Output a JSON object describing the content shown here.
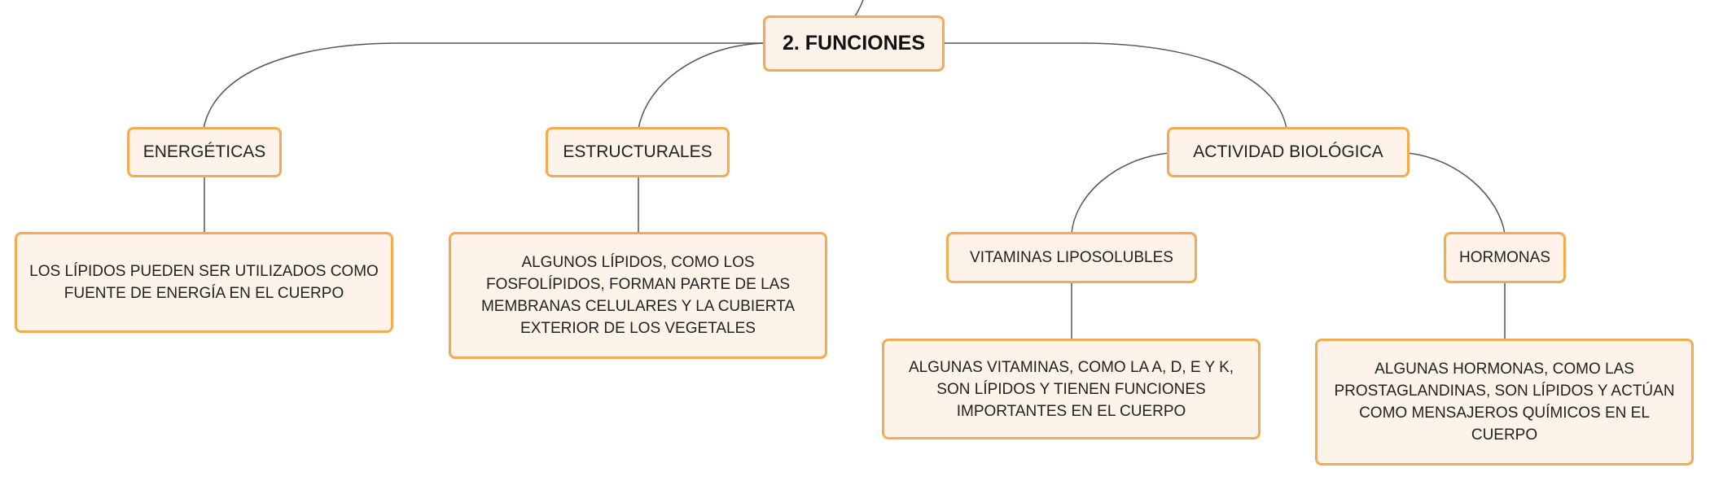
{
  "root": {
    "label": "2. FUNCIONES"
  },
  "branches": {
    "energeticas": {
      "label": "ENERGÉTICAS",
      "detail": "LOS LÍPIDOS PUEDEN SER UTILIZADOS COMO FUENTE DE ENERGÍA EN EL CUERPO"
    },
    "estructurales": {
      "label": "ESTRUCTURALES",
      "detail": "ALGUNOS LÍPIDOS, COMO LOS FOSFOLÍPIDOS, FORMAN PARTE DE LAS MEMBRANAS CELULARES Y LA CUBIERTA EXTERIOR DE LOS VEGETALES"
    },
    "actividad": {
      "label": "ACTIVIDAD BIOLÓGICA"
    },
    "vitaminas": {
      "label": "VITAMINAS LIPOSOLUBLES",
      "detail": "ALGUNAS VITAMINAS, COMO LA A, D, E Y K, SON LÍPIDOS Y TIENEN FUNCIONES IMPORTANTES EN EL CUERPO"
    },
    "hormonas": {
      "label": "HORMONAS",
      "detail": "ALGUNAS HORMONAS, COMO LAS PROSTAGLANDINAS, SON LÍPIDOS Y ACTÚAN COMO MENSAJEROS QUÍMICOS EN EL CUERPO"
    }
  },
  "colors": {
    "node_fill": "#fdf3e8",
    "node_border": "#f3ab52",
    "link": "#555555"
  }
}
